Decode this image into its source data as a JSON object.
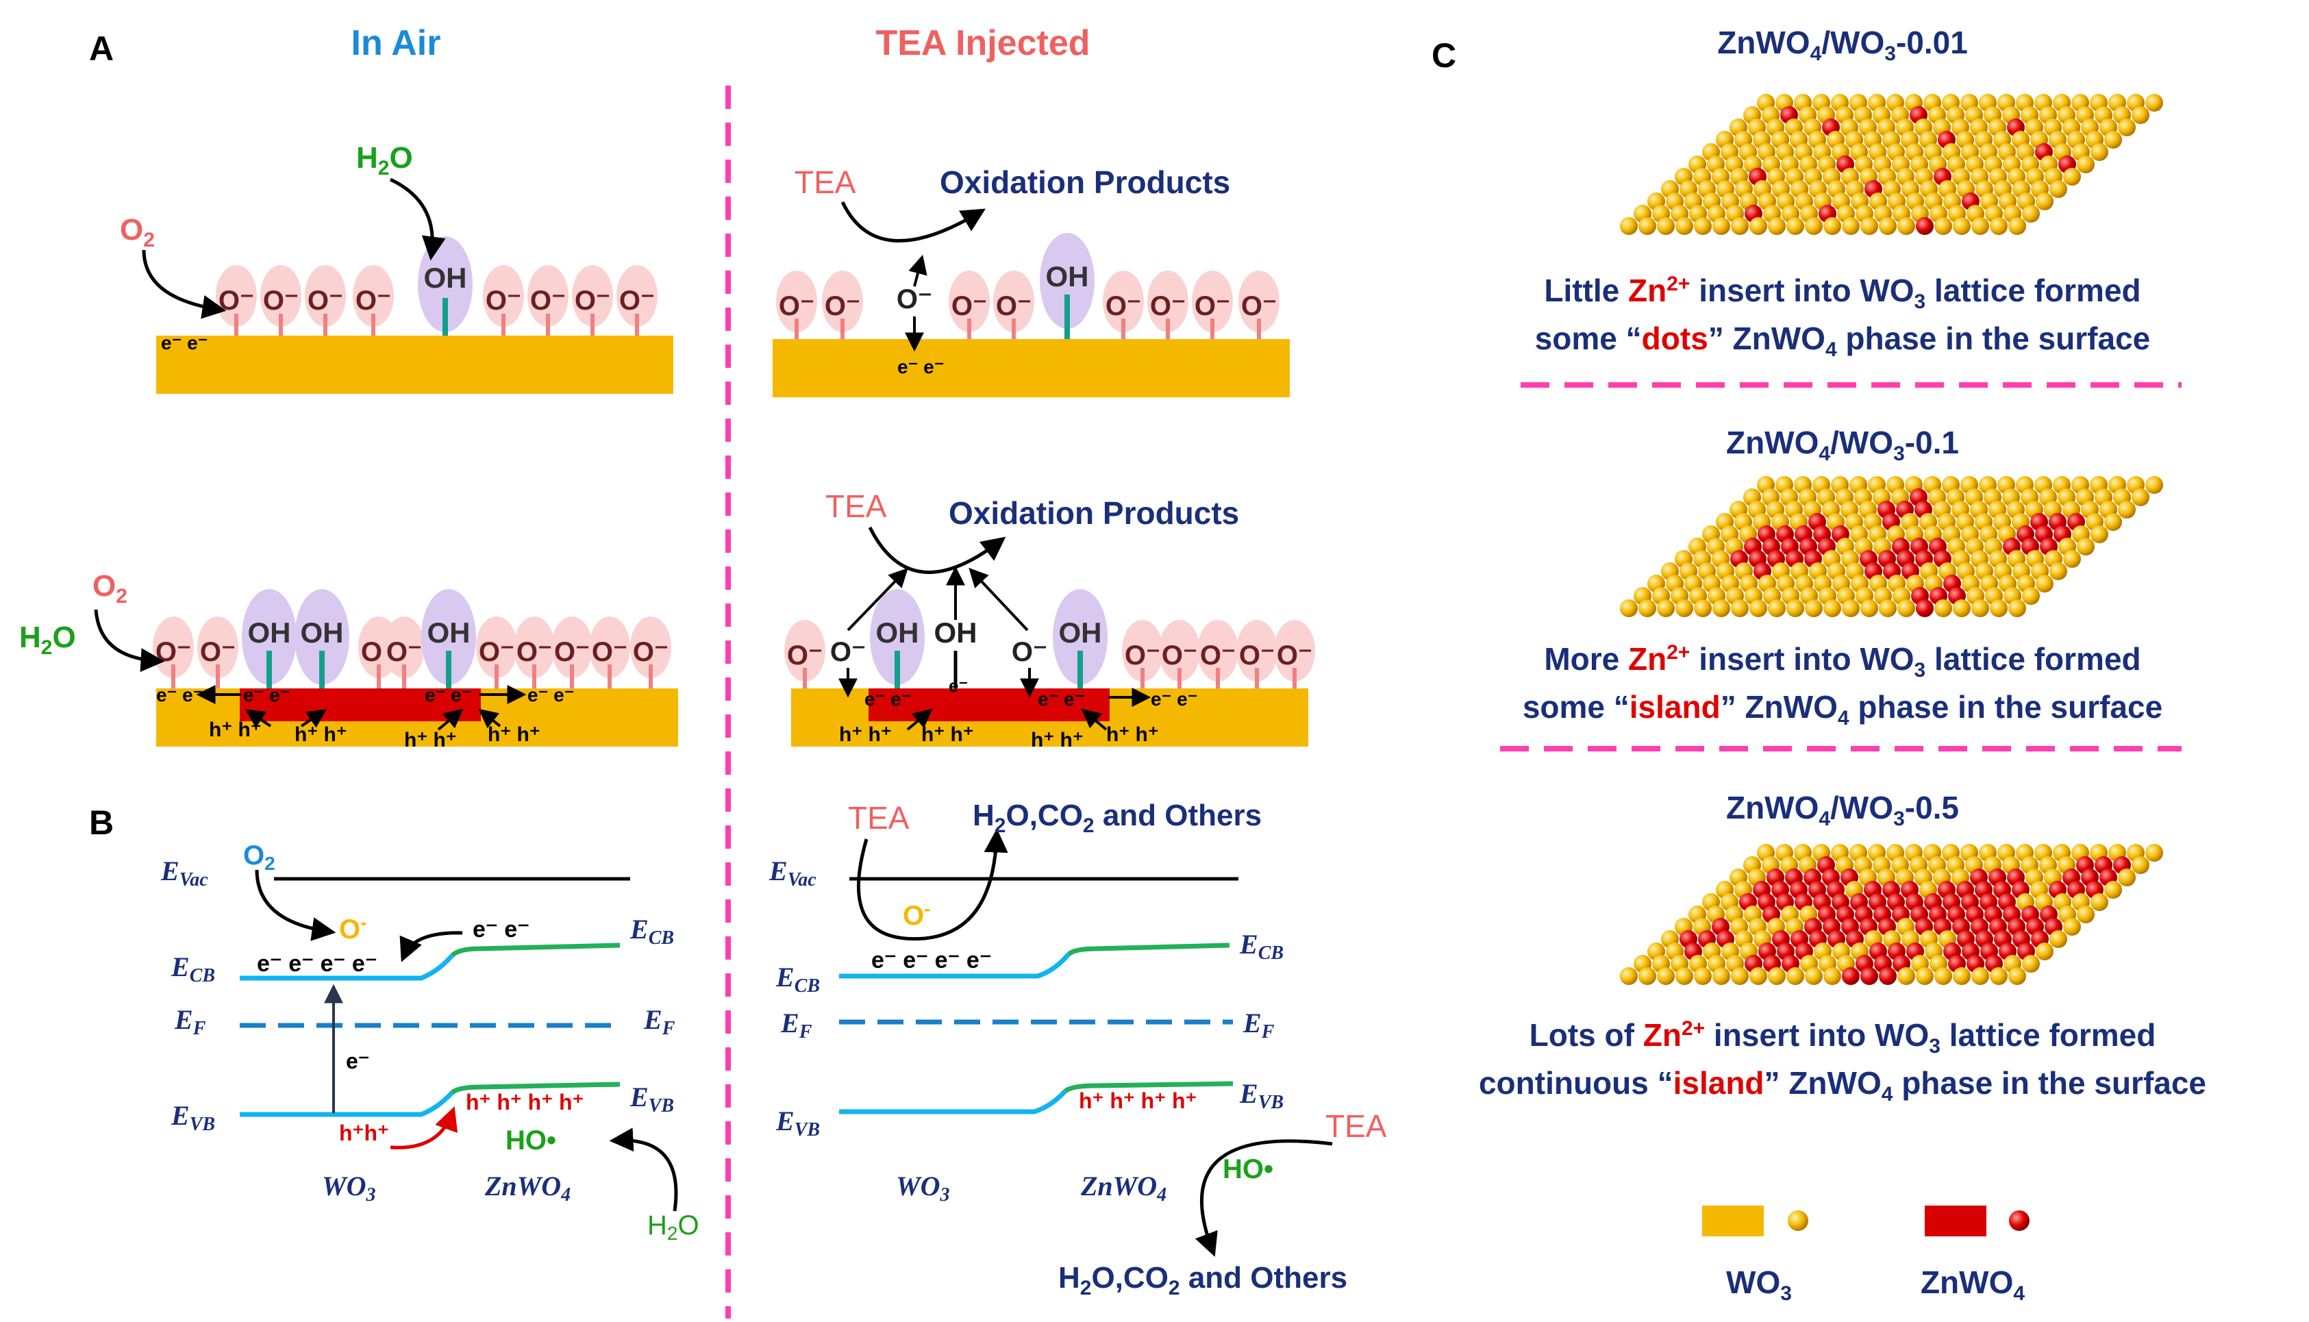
{
  "panel_labels": {
    "a": "A",
    "b": "B",
    "c": "C"
  },
  "headers": {
    "air": "In Air",
    "tea": "TEA Injected"
  },
  "colors": {
    "wo3": "#F5B800",
    "znwo4": "#D80000",
    "navy": "#1A2F7A",
    "blue_header": "#1B8ADA",
    "red_header": "#F06060",
    "divider": "#FF3FAF",
    "green": "#1AA01A",
    "o2_red": "#F06060",
    "o_minus": "#6B1F1F",
    "oh_purple": "#D9C8F0",
    "oval_pink": "#FAD2D2",
    "cb_blue": "#12B3F0",
    "cb_green": "#22B05A",
    "ef_blue": "#1A7FC8",
    "o_yellow": "#F5B800"
  },
  "species": {
    "o2": "O2",
    "h2o": "H2O",
    "oh": "OH",
    "o_minus": "O⁻",
    "tea": "TEA",
    "electrons": "e⁻ e⁻",
    "holes": "h⁺ h⁺",
    "single_e": "e⁻",
    "oxidation": "Oxidation Products",
    "others": "H2O,CO2 and Others",
    "ho_radical": "HO•"
  },
  "band": {
    "evac": "E_Vac",
    "ecb": "E_CB",
    "ef": "E_F",
    "evb": "E_VB",
    "wo3": "WO3",
    "znwo4": "ZnWO4",
    "cb_electrons": "e⁻ e⁻ e⁻ e⁻",
    "vb_holes": "h⁺ h⁺ h⁺ h⁺",
    "vb_holes_small": "h⁺h⁺"
  },
  "panel_c": {
    "samples": [
      {
        "title": "ZnWO4/WO3-0.01",
        "line1": "Little Zn2+ insert into WO3 lattice formed",
        "line2": "some “dots” ZnWO4 phase in the surface",
        "keyword": "dots"
      },
      {
        "title": "ZnWO4/WO3-0.1",
        "line1": "More Zn2+ insert into WO3 lattice formed",
        "line2": "some “island” ZnWO4 phase in the surface",
        "keyword": "island"
      },
      {
        "title": "ZnWO4/WO3-0.5",
        "line1": "Lots of Zn2+ insert into WO3 lattice formed",
        "line2": "continuous “island” ZnWO4 phase in the surface",
        "keyword": "island"
      }
    ],
    "zn_level": [
      "dots",
      "island",
      "continuous island"
    ],
    "legend": {
      "wo3": "WO3",
      "znwo4": "ZnWO4"
    }
  }
}
